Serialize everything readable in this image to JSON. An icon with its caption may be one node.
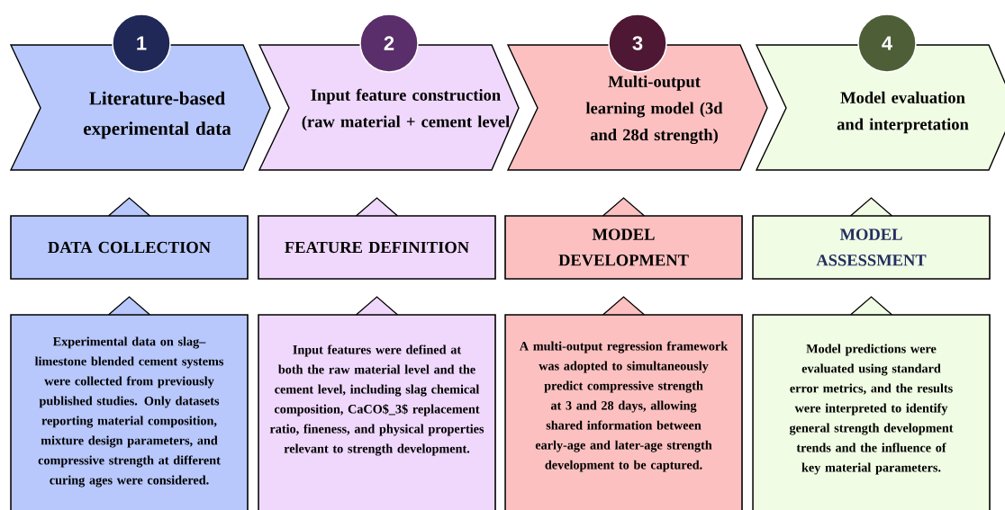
{
  "diagram": {
    "nodes": [
      {
        "text": [
          "1"
        ]
      },
      {
        "text": [
          "2"
        ]
      },
      {
        "text": [
          "3"
        ]
      },
      {
        "text": [
          "4"
        ]
      },
      {
        "text": [
          "Literature-based experimental data"
        ]
      },
      {
        "text": [
          "Input feature construction (raw material + cement level"
        ]
      },
      {
        "text": [
          "Multi-output learning model (3d and 28d strength)"
        ]
      },
      {
        "text": [
          "Model evaluation and interpretation"
        ]
      },
      {
        "text": [
          "DATA COLLECTION"
        ]
      },
      {
        "text": [
          "FEATURE DEFINITION"
        ]
      },
      {
        "text": [
          "MODEL DEVELOPMENT"
        ]
      },
      {
        "text": [
          "MODEL ASSESSMENT"
        ]
      },
      {
        "text": [
          "Experimental data on slag–limestone blended cement systems were collected from previously published studies. Only datasets reporting material composition, mixture design parameters, and compressive strength at different curing ages were considered."
        ]
      },
      {
        "text": [
          "Input features were defined at both the raw material level and the cement level, including slag chemical composition, CaCO$_3$ replacement ratio, fineness, and physical properties relevant to strength development."
        ]
      },
      {
        "text": [
          "A multi-output regression framework was adopted to simultaneously predict compressive strength at 3 and 28 days, allowing shared information between early-age and later-age strength development to be captured."
        ]
      },
      {
        "text": [
          "Model predictions were evaluated using standard error metrics, and the results were interpreted to identify general strength development trends and the influence of key material parameters."
        ]
      }
    ]
  }
}
